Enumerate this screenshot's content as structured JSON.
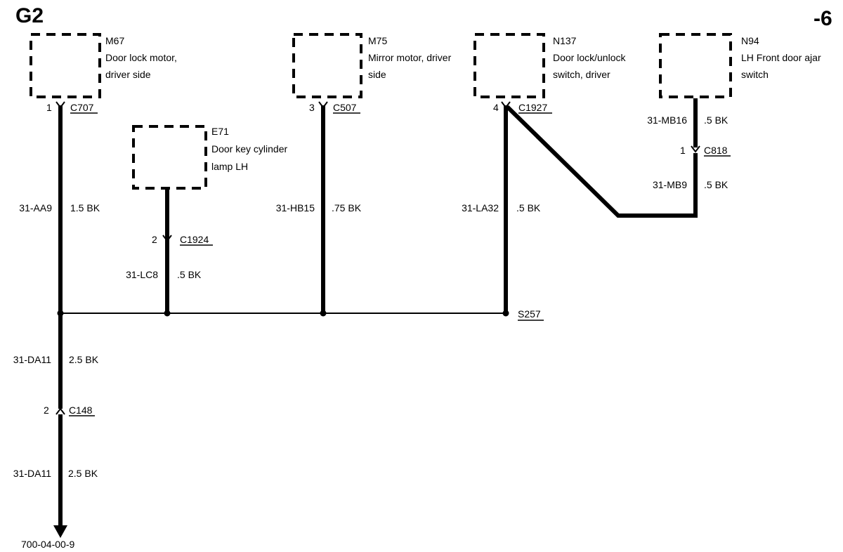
{
  "page": {
    "ground_id": "G2",
    "page_suffix": "-6",
    "figure_ref": "700-04-00-9"
  },
  "components": {
    "m67": {
      "id": "M67",
      "desc_line1": "Door lock motor,",
      "desc_line2": "driver side"
    },
    "m75": {
      "id": "M75",
      "desc_line1": "Mirror motor, driver",
      "desc_line2": "side"
    },
    "n137": {
      "id": "N137",
      "desc_line1": "Door lock/unlock",
      "desc_line2": "switch, driver"
    },
    "n94": {
      "id": "N94",
      "desc_line1": "LH Front door ajar",
      "desc_line2": "switch"
    },
    "e71": {
      "id": "E71",
      "desc_line1": "Door key cylinder",
      "desc_line2": "lamp LH"
    }
  },
  "connectors": {
    "c707": {
      "pin": "1",
      "name": "C707"
    },
    "c507": {
      "pin": "3",
      "name": "C507"
    },
    "c1927": {
      "pin": "4",
      "name": "C1927"
    },
    "c818": {
      "pin": "1",
      "name": "C818"
    },
    "c1924": {
      "pin": "2",
      "name": "C1924"
    },
    "c148": {
      "pin": "2",
      "name": "C148"
    }
  },
  "splice": {
    "name": "S257"
  },
  "wires": {
    "aa9": {
      "circuit": "31-AA9",
      "size": "1.5 BK"
    },
    "hb15": {
      "circuit": "31-HB15",
      "size": ".75 BK"
    },
    "la32": {
      "circuit": "31-LA32",
      "size": ".5 BK"
    },
    "mb16": {
      "circuit": "31-MB16",
      "size": ".5 BK"
    },
    "mb9": {
      "circuit": "31-MB9",
      "size": ".5 BK"
    },
    "lc8": {
      "circuit": "31-LC8",
      "size": ".5 BK"
    },
    "da11_upper": {
      "circuit": "31-DA11",
      "size": "2.5 BK"
    },
    "da11_lower": {
      "circuit": "31-DA11",
      "size": "2.5 BK"
    }
  }
}
